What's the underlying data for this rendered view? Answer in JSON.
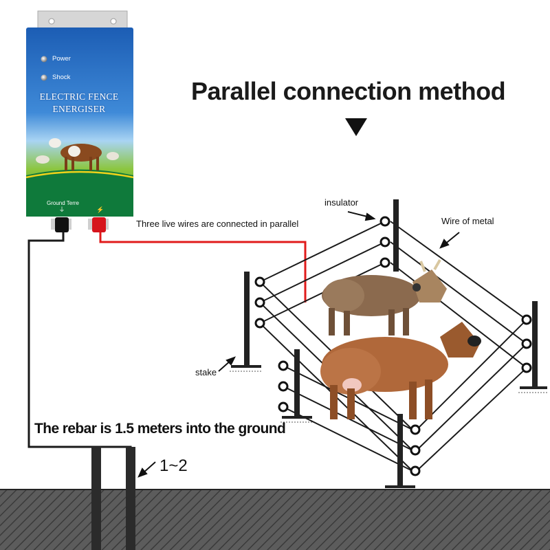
{
  "heading": "Parallel connection method",
  "device": {
    "power_label": "Power",
    "shock_label": "Shock",
    "title_line1": "ELECTRIC FENCE",
    "title_line2": "ENERGISER",
    "ground_label": "Ground Terre"
  },
  "labels": {
    "live_wires": "Three live wires are connected in parallel",
    "insulator": "insulator",
    "wire_of_metal": "Wire of metal",
    "stake": "stake",
    "rebar": "The rebar is 1.5 meters into the ground",
    "rebar_count": "1~2"
  },
  "colors": {
    "live_wire": "#e01b1b",
    "ground_wire": "#1a1a1a",
    "device_top": "#1d5fb0",
    "device_bottom": "#0d7a3a",
    "soil": "#5a5a5a"
  }
}
